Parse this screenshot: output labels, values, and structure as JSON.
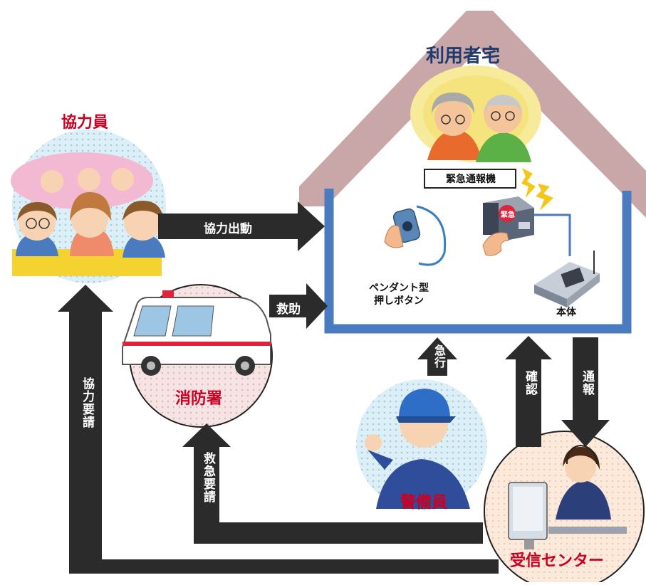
{
  "house": {
    "title": "利用者宅"
  },
  "device": {
    "panel_label": "緊急通報機",
    "button_label": "緊急"
  },
  "pendant": {
    "label_line1": "ペンダント型",
    "label_line2": "押しボタン"
  },
  "phone": {
    "label": "本体"
  },
  "helpers": {
    "title": "協力員"
  },
  "fire": {
    "title": "消防署"
  },
  "guard": {
    "title": "警備員"
  },
  "center": {
    "title": "受信センター"
  },
  "arrows": {
    "helper_dispatch": "協力出動",
    "rescue": "救助",
    "rush": "急行",
    "confirm": "確認",
    "report": "通報",
    "help_request": "協力要請",
    "ambulance_request": "救急要請"
  },
  "colors": {
    "roof": "#c9a7a8",
    "house_wall": "#4a7bbf",
    "arrow": "#2b2b2b",
    "red_label": "#cc0022",
    "navy_label": "#1f3a6e"
  }
}
